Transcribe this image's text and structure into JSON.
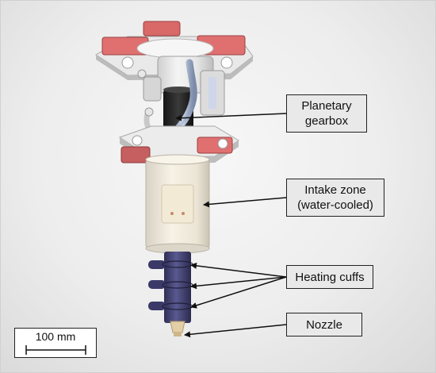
{
  "callouts": {
    "gearbox": {
      "line1": "Planetary",
      "line2": "gearbox"
    },
    "intake": {
      "line1": "Intake zone",
      "line2": "(water-cooled)"
    },
    "heating": {
      "text": "Heating cuffs"
    },
    "nozzle": {
      "text": "Nozzle"
    }
  },
  "scale_bar": {
    "text": "100 mm"
  },
  "colors": {
    "label_fill": "#e9e9e9",
    "label_border": "#222222",
    "heater_blue": "#4b4a7a",
    "heatsink_red": "#e07070",
    "intake_cream": "#f2ecdf"
  }
}
